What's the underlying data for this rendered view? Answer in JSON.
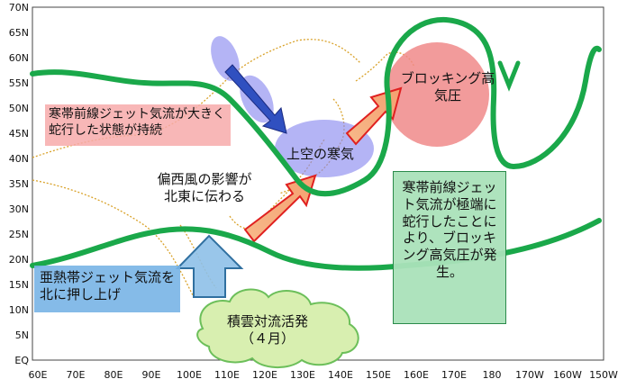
{
  "axes": {
    "lat_labels": [
      "70N",
      "65N",
      "60N",
      "55N",
      "50N",
      "45N",
      "40N",
      "35N",
      "30N",
      "25N",
      "20N",
      "15N",
      "10N",
      "5N",
      "EQ"
    ],
    "lon_labels": [
      "60E",
      "70E",
      "80E",
      "90E",
      "100E",
      "110E",
      "120E",
      "130E",
      "140E",
      "150E",
      "160E",
      "170E",
      "180",
      "170W",
      "160W",
      "150W"
    ]
  },
  "annotations": {
    "kanwave_meander": "寒帯前線ジェット気流が大きく蛇行した状態が持続",
    "westerly_wave": "偏西風の影響が北東に伝わる",
    "subtrop_jet": "亜熱帯ジェット気流を北に押し上げ",
    "upper_cold": "上空の寒気",
    "blocking_high": "ブロッキング高気圧",
    "cause_box": "寒帯前線ジェット気流が極端に蛇行したことにより、ブロッキング高気圧が発生。",
    "convection": "積雲対流活発（４月）"
  },
  "colors": {
    "jet_stream": "#1aa84a",
    "blocking_high": "#f08a8a",
    "cold_air": "#8c8cf0",
    "convection_cloud": "#d8efb0",
    "arrow_red": "#e02020",
    "arrow_blue": "#3050c0"
  }
}
